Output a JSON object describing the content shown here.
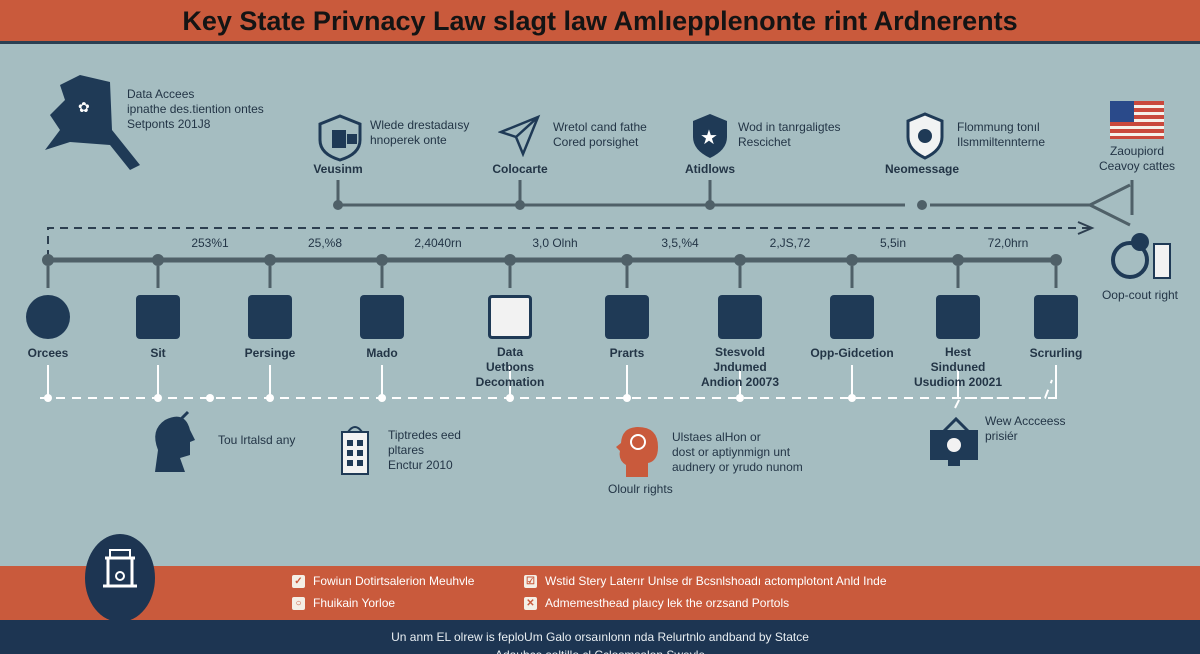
{
  "title": "Key State Privnacy Law slagt law Amlıepplenonte rint Ardnerents",
  "colors": {
    "background": "#a5bdc1",
    "accent": "#c95a3c",
    "navy": "#1d3552",
    "timeline": "#4f6068"
  },
  "top_items": [
    {
      "icon": "alaska-map-icon",
      "text": [
        "Data Accees",
        "ipnathe des.tiention ontes",
        "Setponts 201J8"
      ]
    },
    {
      "icon": "shield-badge-icon",
      "text": [
        "Wlede drestadaısy",
        "hnoperek onte"
      ],
      "label": "Veusinm"
    },
    {
      "icon": "paper-plane-icon",
      "text": [
        "Wretol cand fathe",
        "Cored porsighet"
      ],
      "label": "Colocarte"
    },
    {
      "icon": "star-shield-icon",
      "text": [
        "Wod in tanrgaligtes",
        "Rescichet"
      ],
      "label": "Atidlows"
    },
    {
      "icon": "crest-shield-icon",
      "text": [
        "Flommung tonıl",
        "Ilsmmiltennterne"
      ],
      "label": "Neomessage"
    },
    {
      "icon": "us-flag-icon",
      "label": [
        "Zaoupiord",
        "Ceavoy cattes"
      ]
    }
  ],
  "values": [
    "253%1",
    "25,%8",
    "2,4040rn",
    "3,0 Olnh",
    "3,5,%4",
    "2,JS,72",
    "5,5in",
    "72,0hrn"
  ],
  "timeline": [
    {
      "icon": "gear-music-icon",
      "label": [
        "Orcees"
      ]
    },
    {
      "icon": "padlock-icon",
      "label": [
        "Sit"
      ]
    },
    {
      "icon": "person-icon",
      "label": [
        "Persinge"
      ]
    },
    {
      "icon": "checklist-icon",
      "label": [
        "Mado"
      ]
    },
    {
      "icon": "grid-calendar-icon",
      "label": [
        "Data",
        "Uetbons",
        "Decomation"
      ]
    },
    {
      "icon": "people-chart-icon",
      "label": [
        "Prarts"
      ]
    },
    {
      "icon": "house-icon",
      "label": [
        "Stesvold",
        "Jndumed",
        "Andion 20073"
      ]
    },
    {
      "icon": "building-icon",
      "label": [
        "Opp-Gidcetion"
      ]
    },
    {
      "icon": "chart-board-icon",
      "label": [
        "Hest",
        "Sinduned",
        "Usudiom 20021"
      ]
    },
    {
      "icon": "bag-icon",
      "label": [
        "Scrurling"
      ]
    }
  ],
  "optout": {
    "icon": "optout-icon",
    "label": "Oop-cout right"
  },
  "bottom_items": [
    {
      "icon": "head-profile-icon",
      "text": [
        "Tou lrtalsd any"
      ]
    },
    {
      "icon": "building-bag-icon",
      "text": [
        "Tiptredes eed",
        "pltares",
        "Enctur 2010"
      ]
    },
    {
      "icon": "head-gear-icon",
      "text": [
        "Ulstaes alHon or",
        "dost or aptiynmign unt",
        "audnery or yrudo nunom"
      ],
      "label": "Oloulr rights"
    },
    {
      "icon": "monitor-house-icon",
      "text": [
        "Wew Accceess",
        "prisiér"
      ]
    }
  ],
  "legend": [
    {
      "icon": "check-icon",
      "text": "Fowiun Dotirtsalerion Meuhvle"
    },
    {
      "icon": "square-check-icon",
      "text": "Wstid Stery Laterır Unlse dr Bcsnlshoadı actomplotont Anld Inde"
    },
    {
      "icon": "circle-icon",
      "text": "Fhuikain Yorloe"
    },
    {
      "icon": "x-icon",
      "text": "Admemesthead plaıcy lek the orzsand Portols"
    }
  ],
  "footer": [
    "Un anm EL olrew is feploUm Galo orsaınlonn nda Relurtnlo andband by Statce",
    "Adaubce soltillo cl Cclosmsalon Sweyle"
  ]
}
